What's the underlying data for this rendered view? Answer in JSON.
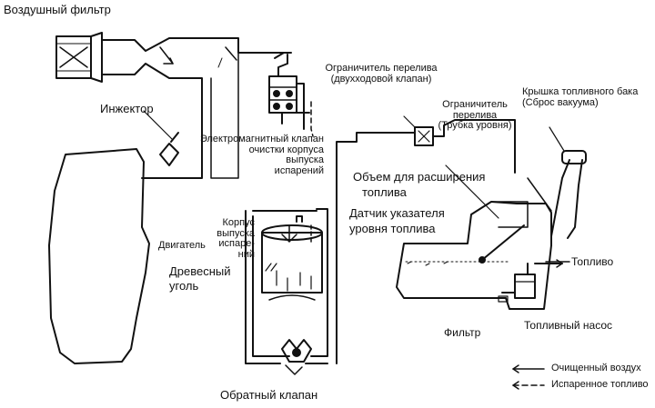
{
  "labels": {
    "air_filter": "Воздушный фильтр",
    "injector": "Инжектор",
    "purge_valve": [
      "Электромагнитный клапан",
      "очистки корпуса",
      "выпуска",
      "испарений"
    ],
    "overfill_limiter_two_way": [
      "Ограничитель перелива",
      "(двухходовой клапан)"
    ],
    "overfill_limiter_level_tube": [
      "Ограничитель",
      "перелива",
      "(Трубка уровня)"
    ],
    "fuel_cap": [
      "Крышка топливного бака",
      "(Сброс вакуума)"
    ],
    "expansion_volume": [
      "Объем для расширения",
      "топлива"
    ],
    "level_sensor": [
      "Датчик указателя",
      "уровня топлива"
    ],
    "canister_housing": [
      "Корпус",
      "выпуска",
      "испаре-",
      "ний"
    ],
    "engine": "Двигатель",
    "charcoal": [
      "Древесный",
      "уголь"
    ],
    "fuel_out": "Топливо",
    "fuel_pump": "Топливный насос",
    "filter": "Фильтр",
    "check_valve": "Обратный клапан"
  },
  "legend": {
    "clean_air": "Очищенный воздух",
    "fuel_vapor": "Испаренное топливо"
  },
  "colors": {
    "ink": "#111111",
    "paper": "#ffffff"
  }
}
